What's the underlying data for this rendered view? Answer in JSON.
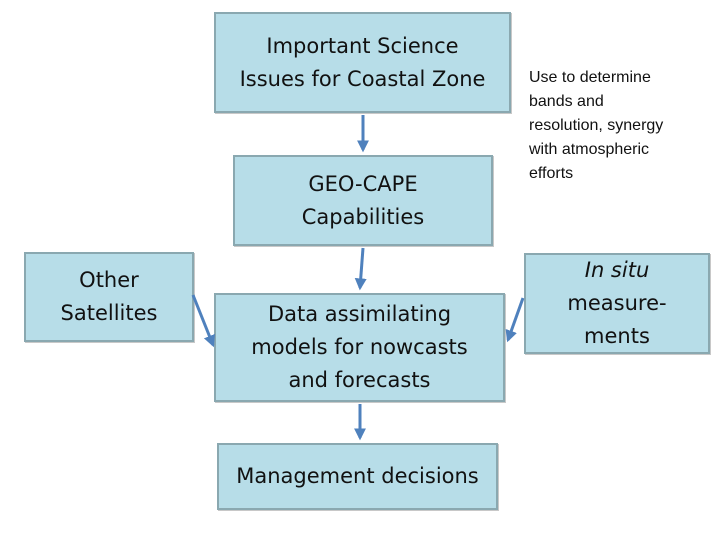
{
  "diagram": {
    "science_box": "Important Science\nIssues for Coastal Zone",
    "geocape_box": "GEO-CAPE\nCapabilities",
    "satellites_box": "Other\nSatellites",
    "models_box": "Data assimilating\nmodels for nowcasts\nand forecasts",
    "decisions_box": "Management decisions",
    "insitu_box": {
      "italic": "In situ",
      "rest": "measure-\nments"
    },
    "note": "Use to determine\nbands and\nresolution, synergy\nwith atmospheric\nefforts"
  },
  "colors": {
    "box_fill": "#b7dde8",
    "box_border": "#8aa8b0",
    "arrow": "#4f81bd"
  }
}
